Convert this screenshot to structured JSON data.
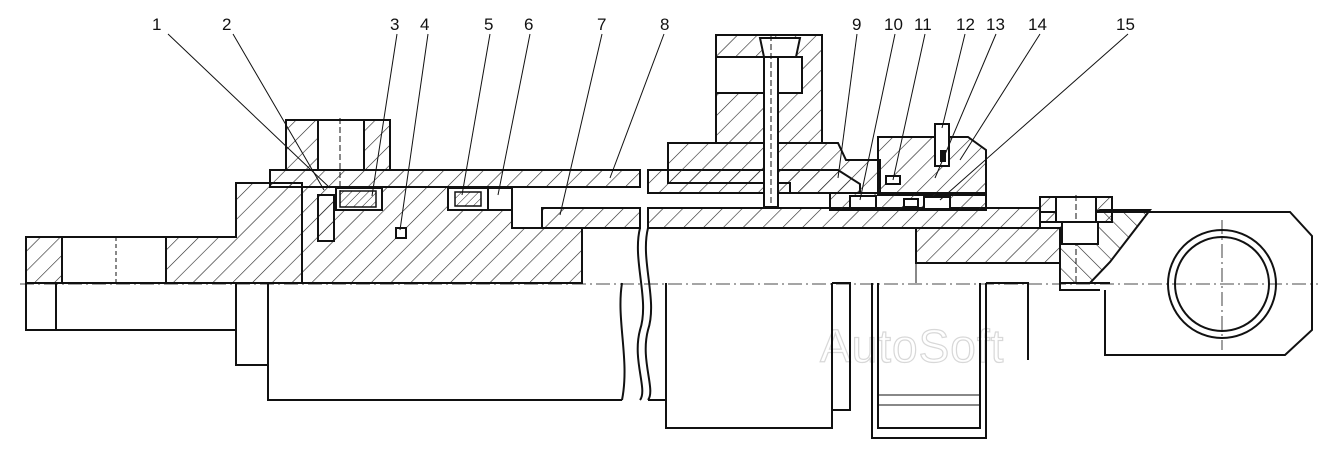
{
  "drawing": {
    "part_numbers": [
      "1",
      "2",
      "3",
      "4",
      "5",
      "6",
      "7",
      "8",
      "9",
      "10",
      "11",
      "12",
      "13",
      "14",
      "15"
    ]
  },
  "watermark": {
    "text": "AutoSoft"
  },
  "colors": {
    "line": "#111111",
    "background": "#ffffff",
    "watermark": "#d8d8d8"
  }
}
